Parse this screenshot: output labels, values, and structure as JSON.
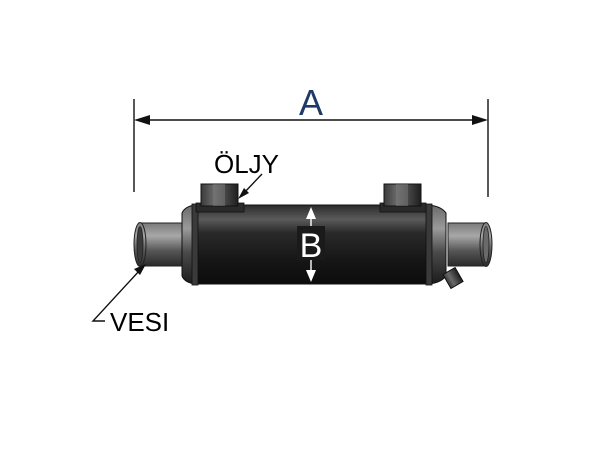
{
  "labels": {
    "overall_length": "A",
    "diameter": "B",
    "oil": "ÖLJY",
    "water": "VESI"
  },
  "colors": {
    "dimension_a": "#1f3a68",
    "dimension_line": "#111111",
    "body_dark": "#1a1a1a",
    "body_mid": "#4a4a4a",
    "body_light": "#8a8a8a",
    "diameter_label": "#ffffff"
  }
}
